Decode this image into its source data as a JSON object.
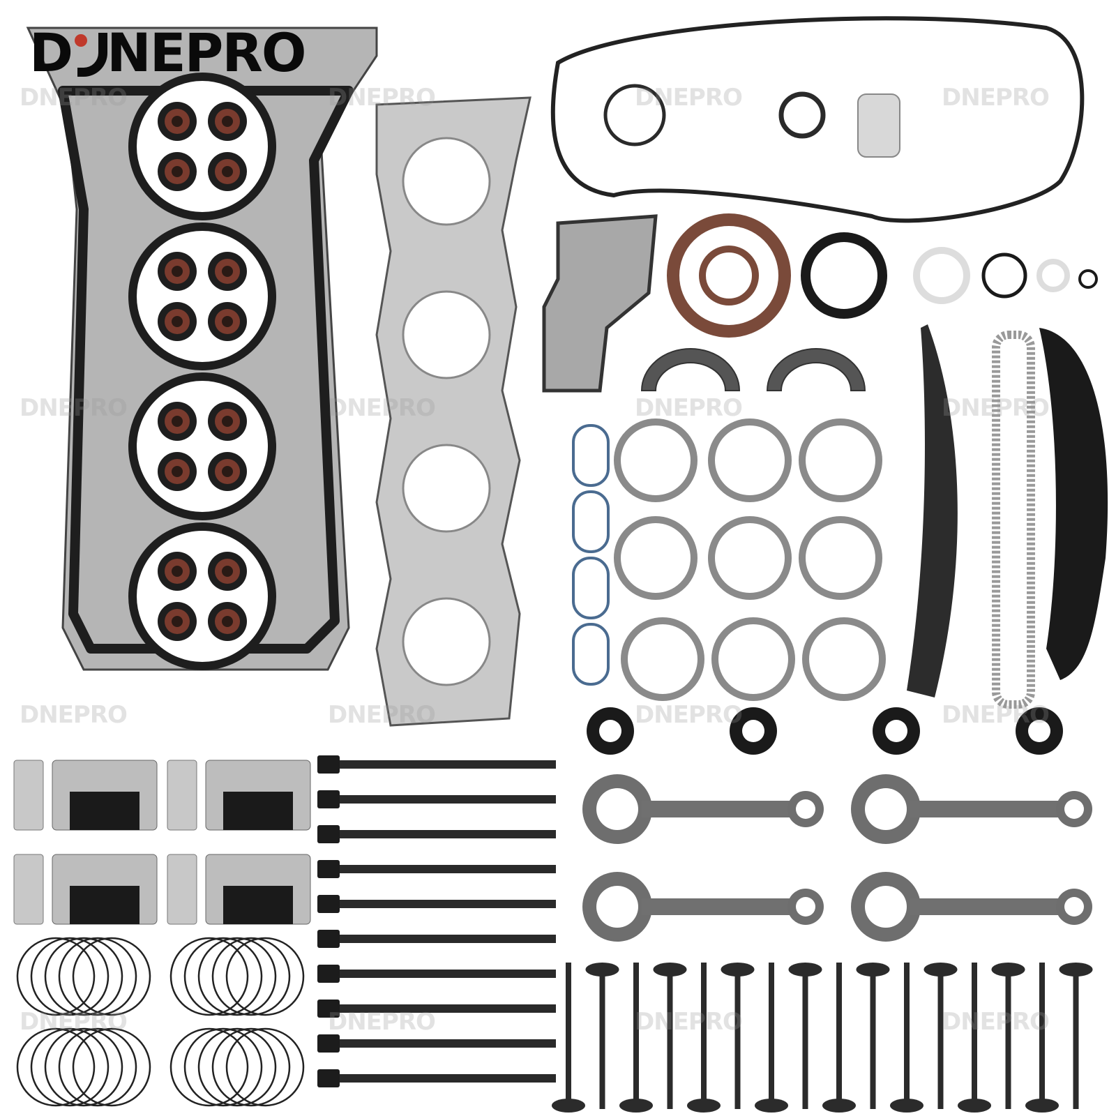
{
  "brand": {
    "logo_text": "DNEPRO",
    "logo_letters_before_mark": "D",
    "logo_letters_after_mark": "NEPRO",
    "accent_color": "#c0392b",
    "text_color": "#0a0a0a"
  },
  "watermark": {
    "text": "DNEPRO"
  }
}
